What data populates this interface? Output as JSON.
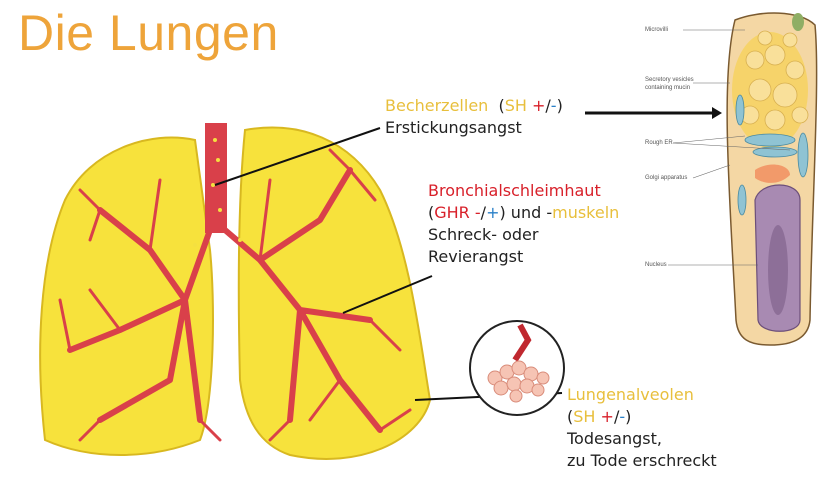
{
  "title": "Die Lungen",
  "becher": {
    "name": "Becherzellen",
    "open": "(",
    "sh": "SH",
    "plus": "+",
    "slash": "/",
    "minus": "-",
    "close": ")",
    "fear": "Erstickungsangst"
  },
  "bronch": {
    "name": "Bronchialschleimhaut",
    "open": "(",
    "ghr": "GHR",
    "minus": "-",
    "slash": "/",
    "plus": "+",
    "close": ")",
    "und": " und -",
    "muskeln": "muskeln",
    "fear1": "Schreck- oder",
    "fear2": "Revierangst"
  },
  "alv": {
    "name": "Lungenalveolen",
    "open": "(",
    "sh": "SH",
    "plus": "+",
    "slash": "/",
    "minus": "-",
    "close": ")",
    "fear1": "Todesangst,",
    "fear2": "zu Tode erschreckt"
  },
  "cell_labels": {
    "microvilli": "Microvilli",
    "secretory1": "Secretory vesicles",
    "secretory2": "containing mucin",
    "rough_er": "Rough ER",
    "golgi": "Golgi apparatus",
    "nucleus": "Nucleus"
  },
  "colors": {
    "title": "#eea43a",
    "yellow": "#e8bf3c",
    "red": "#d8202a",
    "blue": "#2a80c8",
    "lung": "#f7e23c",
    "airway": "#d9404a"
  }
}
